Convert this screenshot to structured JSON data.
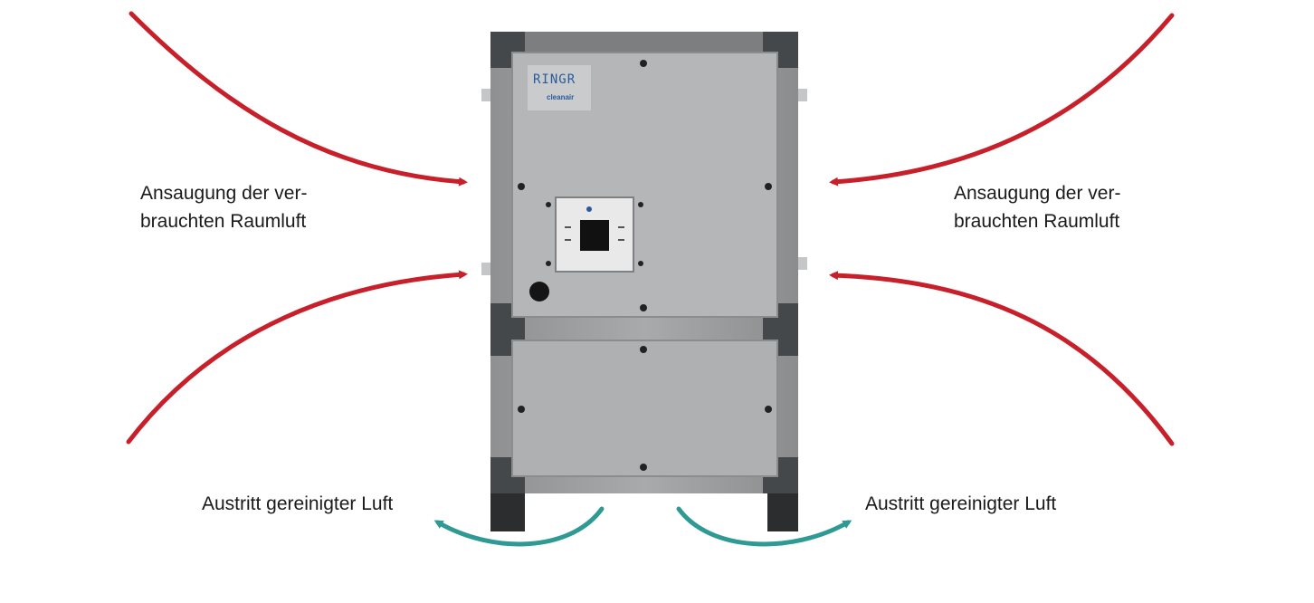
{
  "labels": {
    "intake_left": [
      "Ansaugung der ver-",
      "brauchten Raumluft"
    ],
    "intake_right": [
      "Ansaugung der ver-",
      "brauchten Raumluft"
    ],
    "outlet_left": "Austritt gereinigter Luft",
    "outlet_right": "Austritt gereinigter Luft"
  },
  "device": {
    "brand_logo": "RINGR",
    "sub_logo": "cleanair"
  },
  "colors": {
    "intake_arrow": "#c8202a",
    "outlet_arrow": "#2f9a94",
    "housing": "#a4a6a8",
    "panel": "#b0b2b4",
    "frame": "#4a4c4e"
  }
}
